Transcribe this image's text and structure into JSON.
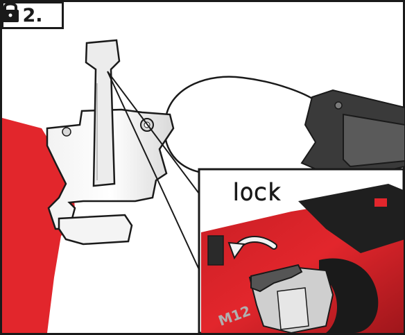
{
  "step": {
    "number": "2."
  },
  "callout": {
    "lock_label": "lock",
    "icon": "padlock-icon",
    "brand_text": "M12"
  },
  "colors": {
    "accent_red": "#e2262c",
    "outline": "#1a1a1a",
    "panel_grey": "#3a3a3a"
  }
}
